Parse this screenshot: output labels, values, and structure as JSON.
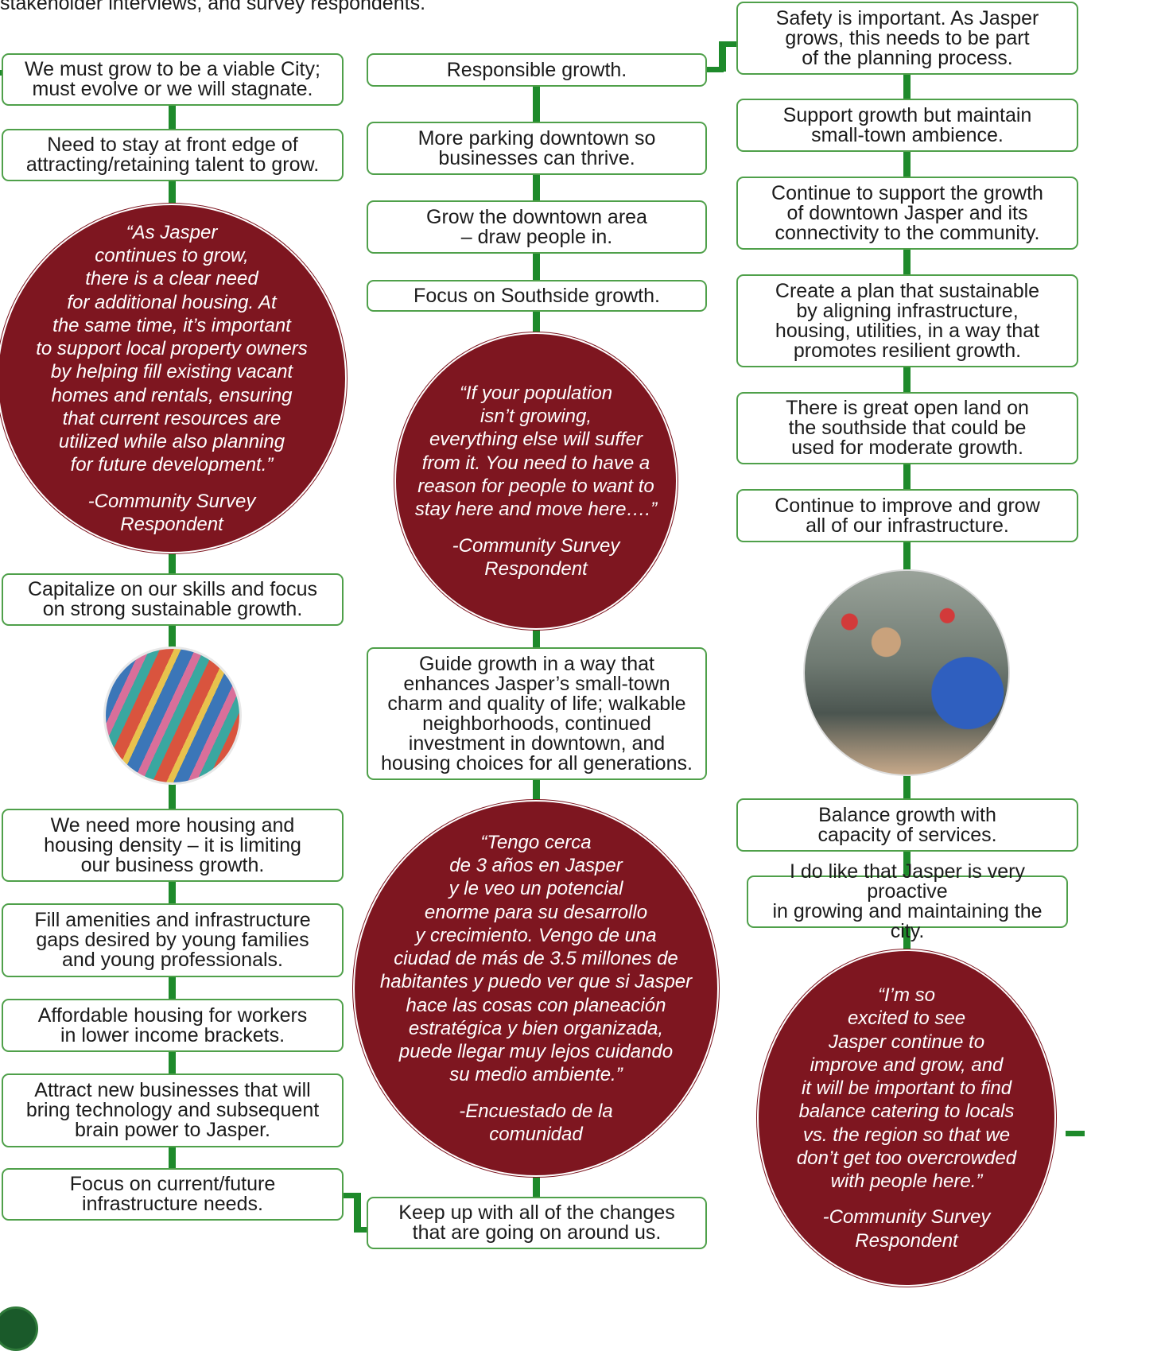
{
  "intro_text": "stakeholder interviews, and survey respondents.",
  "colors": {
    "box_border": "#4fa04a",
    "connector": "#1e8a2b",
    "quote_circle": "#7e1620"
  },
  "column1": {
    "box1": "We must grow to be a viable City;\nmust evolve or we will stagnate.",
    "box2": "Need to stay at front edge of\nattracting/retaining talent to grow.",
    "quote_text": "“As Jasper\ncontinues to grow,\nthere is a clear need\nfor additional housing. At\nthe same time, it’s important\nto support local property owners\nby helping fill existing vacant\nhomes and rentals, ensuring\nthat current resources are\nutilized while also planning\nfor future development.”",
    "quote_author": "-Community Survey\nRespondent",
    "box3": "Capitalize on our skills and focus\non strong sustainable growth.",
    "photo_icon": "colorful-arches-mural-photo",
    "box4": "We need more housing and\nhousing density – it is limiting\nour business growth.",
    "box5": "Fill amenities and infrastructure\ngaps desired by young families\nand young professionals.",
    "box6": "Affordable housing for workers\nin lower income brackets.",
    "box7": "Attract new businesses that will\nbring technology and subsequent\nbrain power to Jasper.",
    "box8": "Focus on current/future\ninfrastructure needs."
  },
  "column2": {
    "box1": "Responsible growth.",
    "box2": "More parking downtown so\nbusinesses can thrive.",
    "box3": "Grow the downtown area\n– draw people in.",
    "box4": "Focus on Southside growth.",
    "quote1_text": "“If your population\nisn’t growing,\neverything else will suffer\nfrom it. You need to have a\nreason for people to want to\nstay here and move here….”",
    "quote1_author": "-Community Survey\nRespondent",
    "box5": "Guide growth in a way that\nenhances Jasper’s small-town\ncharm and quality of life; walkable\nneighborhoods, continued\ninvestment in downtown, and\nhousing choices for all generations.",
    "quote2_text": "“Tengo cerca\nde 3 años en Jasper\ny le veo un potencial\nenorme para su desarrollo\ny crecimiento. Vengo de una\nciudad de más de 3.5 millones de\nhabitantes y puedo ver que si Jasper\nhace las cosas con planeación\nestratégica y bien organizada,\npuede llegar muy lejos cuidando\nsu medio ambiente.”",
    "quote2_author": "-Encuestado de la\ncomunidad",
    "box6": "Keep up with all of the changes\nthat are going on around us."
  },
  "column3": {
    "box1": "Safety is important. As Jasper\ngrows, this needs to be part\nof the planning process.",
    "box2": "Support growth but maintain\nsmall-town ambience.",
    "box3": "Continue to support the growth\nof downtown Jasper and its\nconnectivity to the community.",
    "box4": "Create a plan that sustainable\nby aligning infrastructure,\nhousing, utilities, in a way that\npromotes resilient growth.",
    "box5": "There is great open land on\nthe southside that could be\nused for moderate growth.",
    "box6": "Continue to improve and grow\nall of our infrastructure.",
    "photo_icon": "smiling-man-outdoor-event-photo",
    "box7": "Balance growth with\ncapacity of services.",
    "box8": "I do like that Jasper is very proactive\nin growing and maintaining the city.",
    "quote_text": "“I’m so\nexcited to see\nJasper continue to\nimprove and grow, and\nit will be important to find\nbalance catering to locals\nvs. the region so that we\ndon’t get too overcrowded\nwith people here.”",
    "quote_author": "-Community Survey\nRespondent"
  },
  "logo_icon": "city-seal-logo"
}
